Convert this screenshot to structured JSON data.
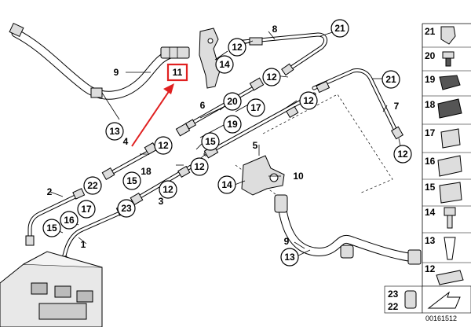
{
  "callouts": {
    "c21a": "21",
    "c12a": "12",
    "c14a": "14",
    "c13a": "13",
    "c12b": "12",
    "c20": "20",
    "c17a": "17",
    "c12c": "12",
    "c21b": "21",
    "c19": "19",
    "c15a": "15",
    "c12d": "12",
    "c12e": "12",
    "c12f": "12",
    "c22": "22",
    "c15b": "15",
    "c12g": "12",
    "c23": "23",
    "c17b": "17",
    "c16": "16",
    "c15c": "15",
    "c14b": "14",
    "c13b": "13"
  },
  "plain_labels": {
    "p8": "8",
    "p9a": "9",
    "p6": "6",
    "p4": "4",
    "p7": "7",
    "p5": "5",
    "p10": "10",
    "p18": "18",
    "p2": "2",
    "p3": "3",
    "p1": "1",
    "p9b": "9"
  },
  "highlight_label": "11",
  "highlight_color": "#e02020",
  "sidebar": {
    "items": [
      "21",
      "20",
      "19",
      "18",
      "17",
      "16",
      "15",
      "14",
      "13",
      "12"
    ],
    "bottom_top": "23",
    "bottom_bottom": "22"
  },
  "diagram_id": "00161512"
}
